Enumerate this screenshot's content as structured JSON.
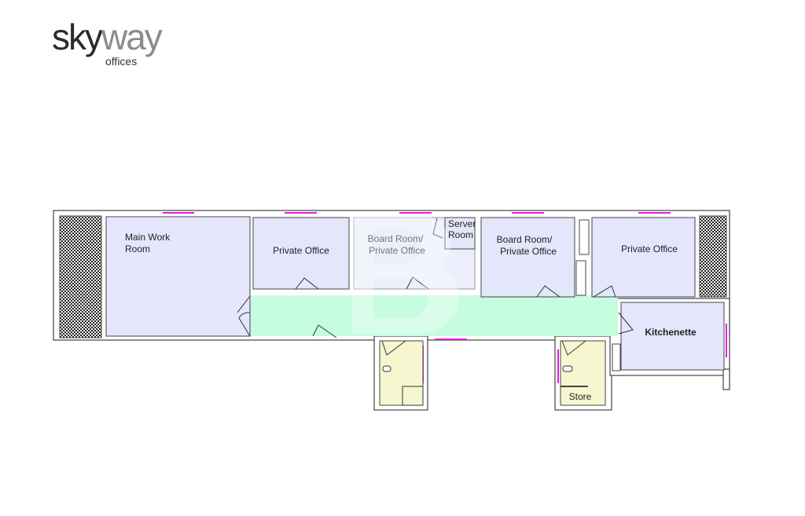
{
  "logo": {
    "sky": "sky",
    "way": "way",
    "offices": "offices"
  },
  "rooms": {
    "main_work_room_line1": "Main Work",
    "main_work_room_line2": "Room",
    "private_office_1": "Private Office",
    "board_room_1_line1": "Board Room/",
    "board_room_1_line2": "Private Office",
    "server_room_line1": "Server",
    "server_room_line2": "Room",
    "board_room_2_line1": "Board Room/",
    "board_room_2_line2": "Private Office",
    "private_office_2": "Private Office",
    "kitchenette": "Kitchenette",
    "store": "Store"
  },
  "colors": {
    "office": "#e4e6fb",
    "corridor": "#c6fce0",
    "wc": "#f6f7d0",
    "window": "#e020e0"
  }
}
